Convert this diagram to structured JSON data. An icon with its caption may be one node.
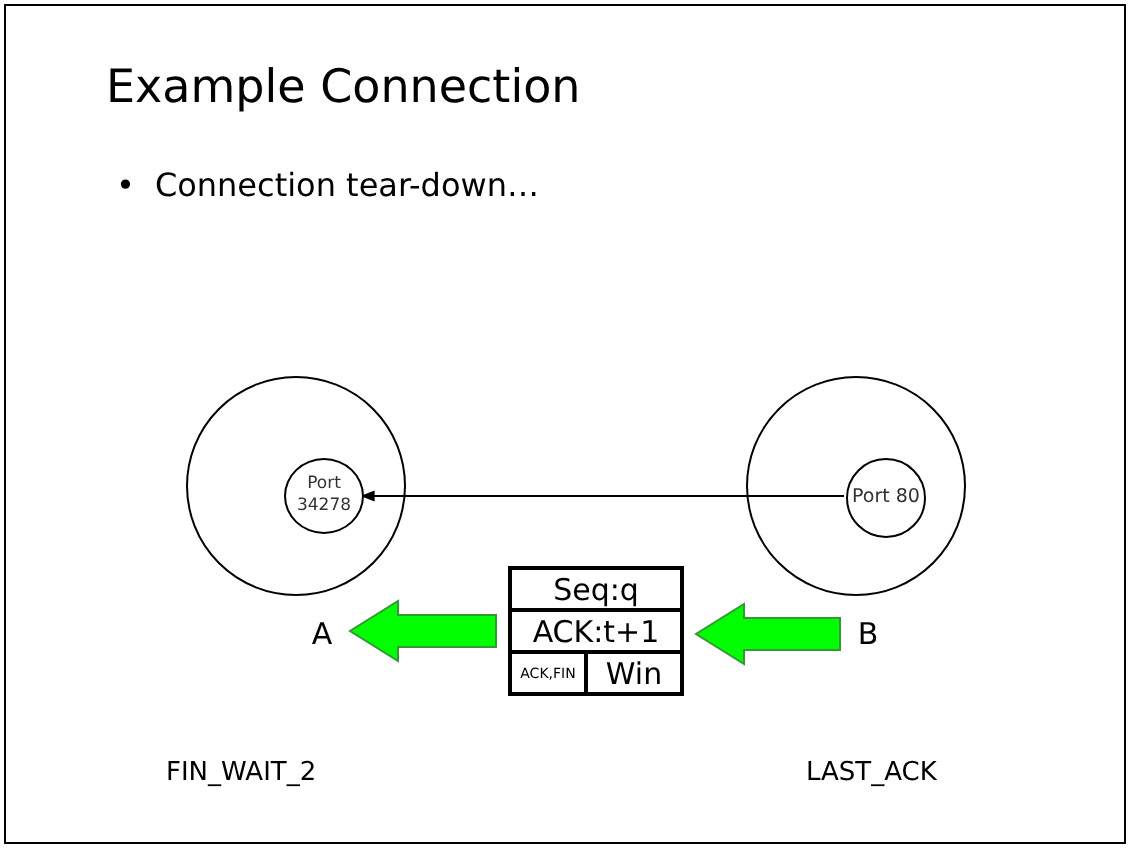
{
  "diagram": {
    "title": "Example Connection",
    "nodes": [
      {
        "text": [],
        "shape": "circle"
      },
      {
        "text": [
          "Port 34278"
        ],
        "in": 0
      },
      {
        "text": [],
        "shape": "circle"
      },
      {
        "text": [
          "Port 80"
        ],
        "in": 2
      },
      {
        "text": [
          "A"
        ]
      },
      {
        "text": [
          "B"
        ]
      },
      {
        "text": [
          "Seq:q",
          "ACK:t+1",
          "ACK,FIN",
          "Win"
        ]
      }
    ],
    "edges": [
      {
        "from": 3,
        "to": 1,
        "arrow": "to"
      },
      {
        "from": 5,
        "to": 6,
        "arrow": "to",
        "style": "thick",
        "color": "#00ff00"
      },
      {
        "from": 6,
        "to": 4,
        "arrow": "to",
        "style": "thick",
        "color": "#00ff00"
      }
    ],
    "labels": [
      "•",
      "Connection tear-down…",
      "FIN_WAIT_2",
      "LAST_ACK"
    ]
  }
}
